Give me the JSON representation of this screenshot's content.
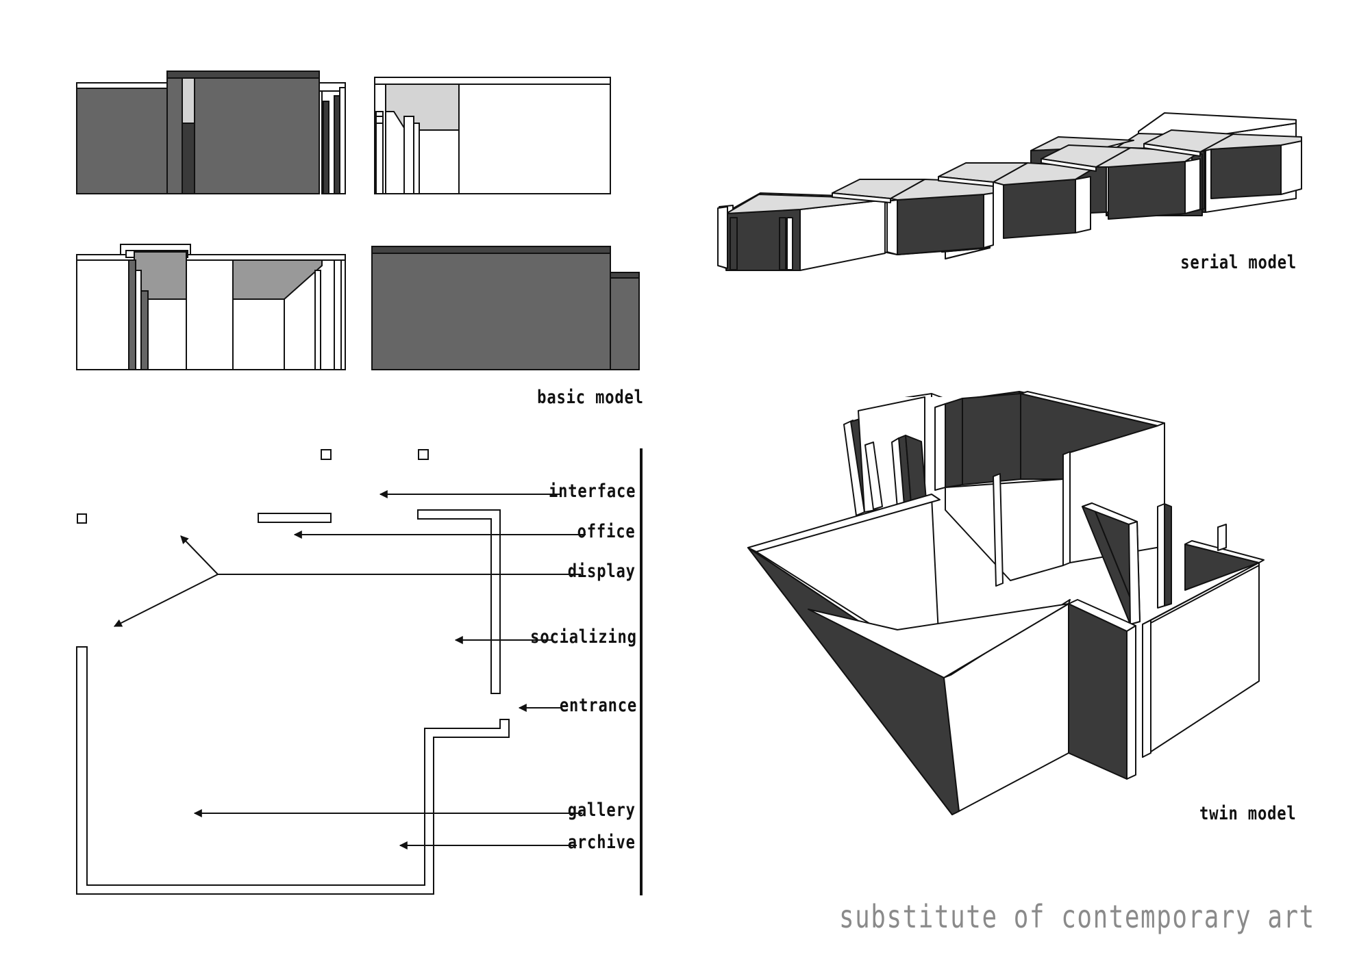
{
  "title": "substitute of contemporary art",
  "models": {
    "basic": "basic model",
    "serial": "serial model",
    "twin": "twin model"
  },
  "plan_labels": {
    "interface": "interface",
    "office": "office",
    "display": "display",
    "socializing": "socializing",
    "entrance": "entrance",
    "gallery": "gallery",
    "archive": "archive"
  },
  "colors": {
    "dark_fill": "#3a3a3a",
    "mid_fill": "#666666",
    "light_fill": "#d4d4d4",
    "roof_fill": "#dddddd",
    "stroke": "#111111",
    "title_gray": "#8a8a8a"
  }
}
